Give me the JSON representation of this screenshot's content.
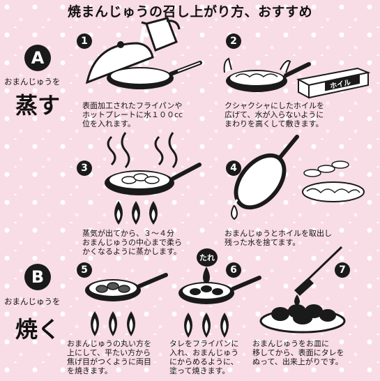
{
  "title": "焼まんじゅうの召し上がり方、おすすめ",
  "sections": [
    {
      "badge": "A",
      "subtitle": "おまんじゅうを",
      "heading": "蒸す"
    },
    {
      "badge": "B",
      "subtitle": "おまんじゅうを",
      "heading": "焼く"
    }
  ],
  "steps": [
    {
      "number": "1",
      "lines": [
        "表面加工されたフライパンや",
        "ホットプレートに水１００cc",
        "位を入れます。"
      ]
    },
    {
      "number": "2",
      "lines": [
        "クシャクシャにしたホイルを",
        "広げて、水が入らないように",
        "まわりを高くして敷きます。"
      ]
    },
    {
      "number": "3",
      "lines": [
        "蒸気が出てから、３～４分",
        "おまんじゅうの中心まで柔ら",
        "かくなるように蒸かします。"
      ]
    },
    {
      "number": "4",
      "lines": [
        "おまんじゅうとホイルを取出し",
        "残った水を捨てます。"
      ]
    },
    {
      "number": "5",
      "lines": [
        "おまんじゅうの丸い方を",
        "上にして、平たい方から",
        "焦げ目がつくように両目",
        "を焼きます。"
      ]
    },
    {
      "number": "6",
      "lines": [
        "タレをフライパンに",
        "入れ、おまんじゅう",
        "にからめるように、",
        "塗って焼きます。"
      ]
    },
    {
      "number": "7",
      "lines": [
        "おまんじゅうをお皿に",
        "移してから、表面にタレを",
        "ぬって、出来上がりです。"
      ]
    }
  ],
  "labels": {
    "foil_box": "ホイル",
    "sauce": "たれ"
  },
  "colors": {
    "background": "#f8dce6",
    "ink": "#1a1a1a",
    "water": "#ffffff"
  }
}
